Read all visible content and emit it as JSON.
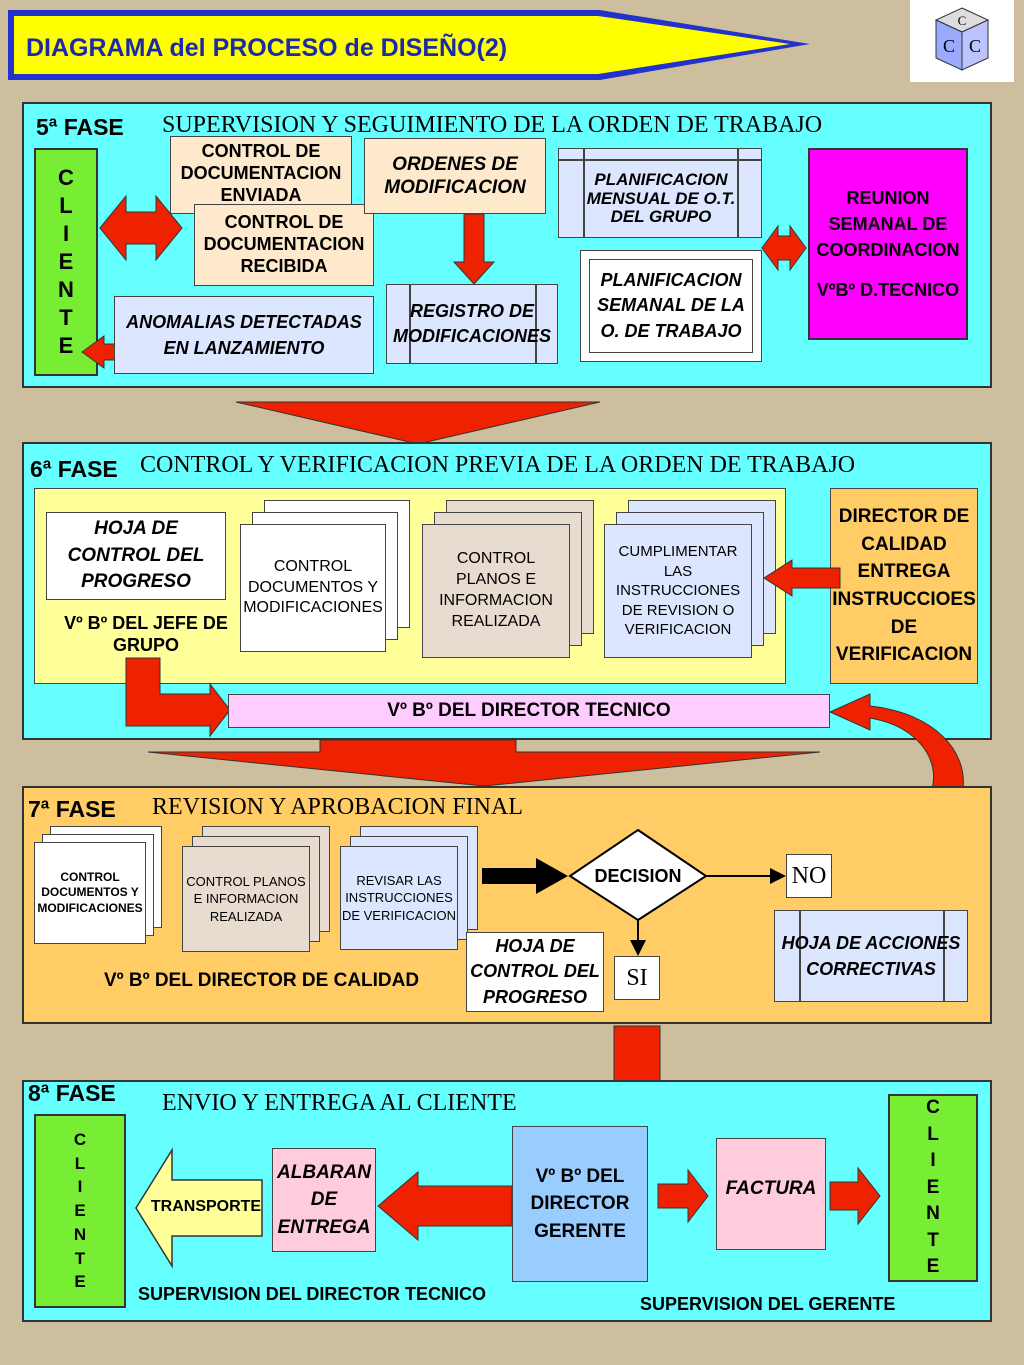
{
  "header": {
    "title": "DIAGRAMA del PROCESO de DISEÑO(2)",
    "logo_letters": [
      "C",
      "C",
      "C"
    ]
  },
  "phase5": {
    "label": "5ª FASE",
    "title": "SUPERVISION Y SEGUIMIENTO DE LA ORDEN DE TRABAJO",
    "cliente": [
      "C",
      "L",
      "I",
      "E",
      "N",
      "T",
      "E"
    ],
    "control_enviada": "CONTROL DE DOCUMENTACION ENVIADA",
    "control_recibida": "CONTROL DE DOCUMENTACION RECIBIDA",
    "ordenes": "ORDENES DE MODIFICACION",
    "planif_mensual": "PLANIFICACION MENSUAL DE O.T. DEL GRUPO",
    "reunion": "REUNION SEMANAL DE COORDINACION",
    "reunion_vb": "VºBº D.TECNICO",
    "planif_semanal": "PLANIFICACION SEMANAL DE LA O. DE TRABAJO",
    "registro": "REGISTRO DE MODIFICACIONES",
    "anomalias": "ANOMALIAS DETECTADAS EN LANZAMIENTO"
  },
  "phase6": {
    "label": "6ª FASE",
    "title": "CONTROL Y VERIFICACION PREVIA DE LA ORDEN DE TRABAJO",
    "hoja": "HOJA DE CONTROL DEL PROGRESO",
    "vb_jefe": "Vº Bº DEL JEFE DE GRUPO",
    "control_docs": "CONTROL DOCUMENTOS Y MODIFICACIONES",
    "control_planos": "CONTROL PLANOS E INFORMACION REALIZADA",
    "cumplimentar": "CUMPLIMENTAR LAS INSTRUCCIONES DE REVISION O VERIFICACION",
    "director": "DIRECTOR DE CALIDAD ENTREGA INSTRUCCIOES DE VERIFICACION",
    "vb_director_tecnico": "Vº Bº DEL DIRECTOR TECNICO"
  },
  "phase7": {
    "label": "7ª FASE",
    "title": "REVISION Y APROBACION FINAL",
    "control_docs": "CONTROL DOCUMENTOS Y MODIFICACIONES",
    "control_planos": "CONTROL PLANOS E INFORMACION REALIZADA",
    "revisar": "REVISAR LAS INSTRUCCIONES DE VERIFICACION",
    "decision": "DECISION",
    "no": "NO",
    "si": "SI",
    "hoja": "HOJA DE CONTROL DEL PROGRESO",
    "hoja_acciones": "HOJA DE ACCIONES CORRECTIVAS",
    "vb_calidad": "Vº Bº DEL DIRECTOR DE CALIDAD"
  },
  "phase8": {
    "label": "8ª FASE",
    "title": "ENVIO Y ENTREGA AL CLIENTE",
    "cliente": [
      "C",
      "L",
      "I",
      "E",
      "N",
      "T",
      "E"
    ],
    "transporte": "TRANSPORTE",
    "albaran": "ALBARAN DE ENTREGA",
    "vb_gerente": "Vº Bº DEL DIRECTOR GERENTE",
    "factura": "FACTURA",
    "sup_tecnico": "SUPERVISION DEL DIRECTOR TECNICO",
    "sup_gerente": "SUPERVISION DEL GERENTE"
  },
  "colors": {
    "cyan": "#66ffff",
    "green": "#77ee33",
    "magenta": "#ff00ff",
    "yellow_panel": "#ffff99",
    "orange_panel": "#ffcc66",
    "red_arrow": "#ee2200",
    "peach": "#ffe9cc",
    "lilac": "#ddddff",
    "pink": "#ffccff"
  }
}
